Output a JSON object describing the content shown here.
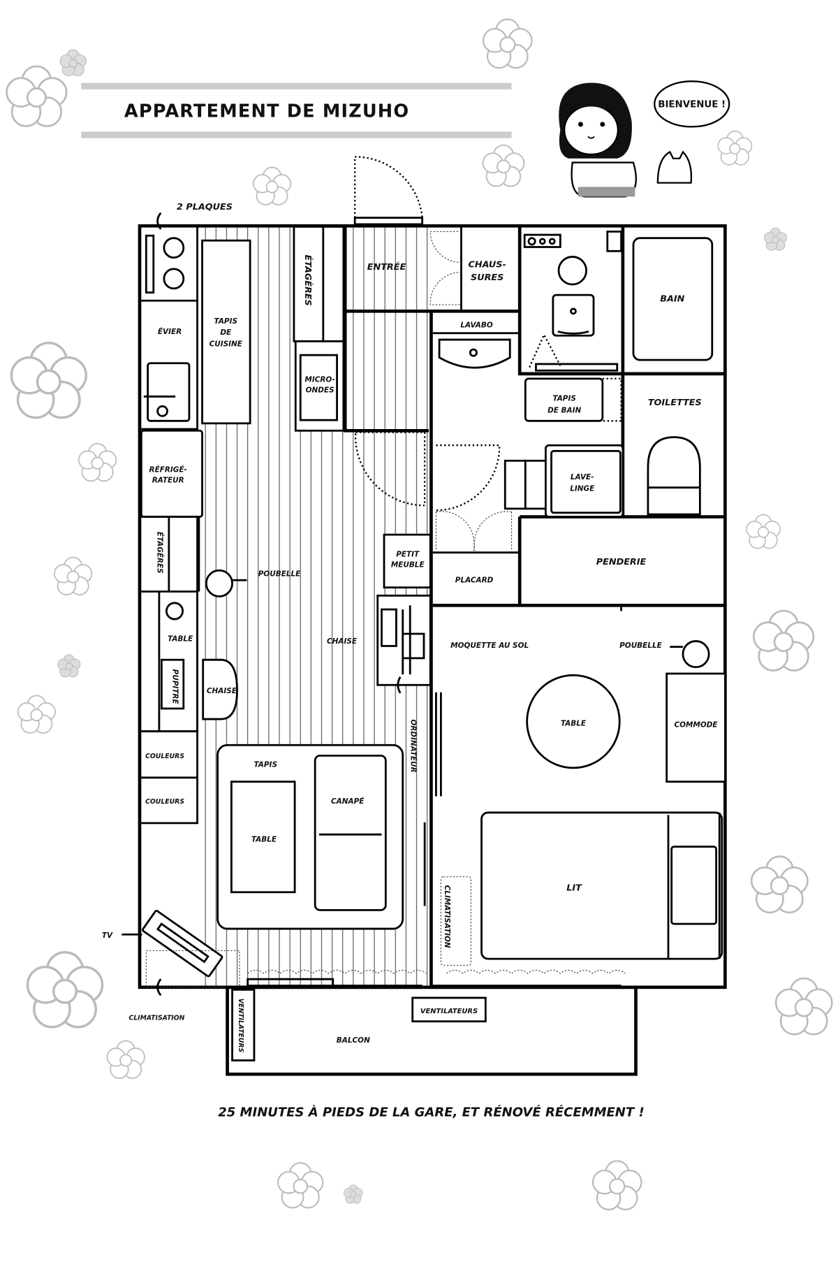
{
  "title": "APPARTEMENT DE MIZUHO",
  "speech_bubble": "BIENVENUE !",
  "footer": "25 MINUTES À PIEDS DE LA GARE, ET RÉNOVÉ RÉCEMMENT !",
  "plan": {
    "labels": [
      "2 PLAQUES",
      "ÉTAGÈRES",
      "ENTRÉE",
      "CHAUS-",
      "SURES",
      "BAIN",
      "LAVABO",
      "ÉVIER",
      "TAPIS",
      "DE",
      "CUISINE",
      "MICRO-",
      "ONDES",
      "TAPIS",
      "DE BAIN",
      "TOILETTES",
      "RÉFRIGÉ-",
      "RATEUR",
      "LAVE-",
      "LINGE",
      "ÉTAGÈRES",
      "PETIT",
      "MEUBLE",
      "PENDERIE",
      "POUBELLE",
      "PLACARD",
      "TABLE",
      "CHAISE",
      "MOQUETTE AU SOL",
      "POUBELLE",
      "PUPITRE",
      "CHAISE",
      "ORDINATEUR",
      "TABLE",
      "COMMODE",
      "COULEURS",
      "TAPIS",
      "CANAPÉ",
      "COULEURS",
      "TABLE",
      "LIT",
      "CLIMATISATION",
      "TV",
      "CLIMATISATION",
      "VENTILATEURS",
      "VENTILATEURS",
      "BALCON"
    ]
  }
}
